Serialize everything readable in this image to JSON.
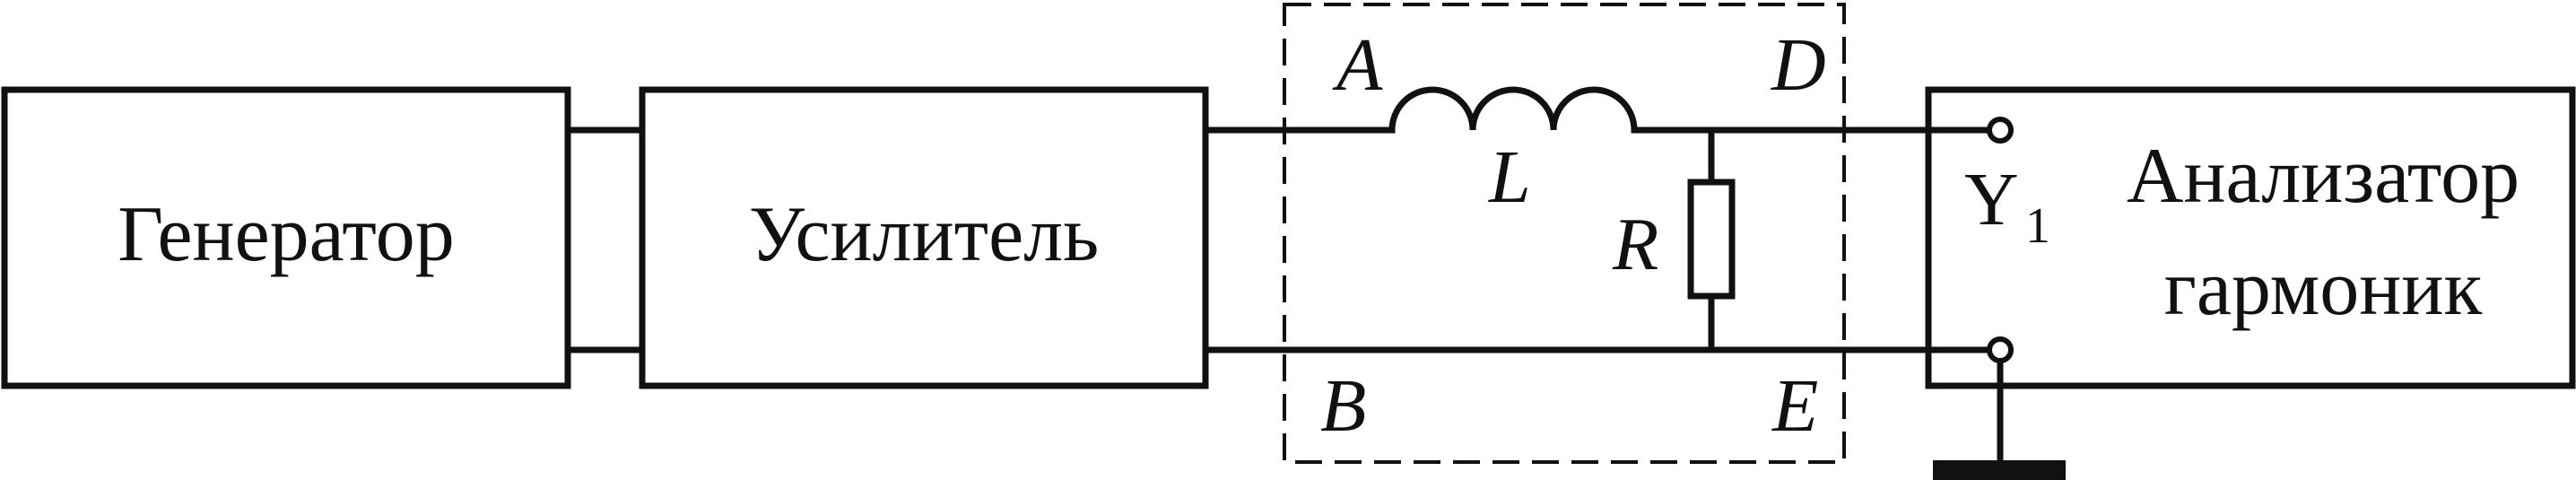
{
  "blocks": {
    "generator": "Генератор",
    "amplifier": "Усилитель",
    "analyzer_line1": "Анализатор",
    "analyzer_line2": "гармоник"
  },
  "terminals": {
    "A": "A",
    "B": "B",
    "D": "D",
    "E": "E"
  },
  "components": {
    "inductor": "L",
    "resistor": "R"
  },
  "input": {
    "symbol": "Y",
    "subscript": "1"
  },
  "colors": {
    "stroke": "#111111",
    "background": "#ffffff"
  }
}
